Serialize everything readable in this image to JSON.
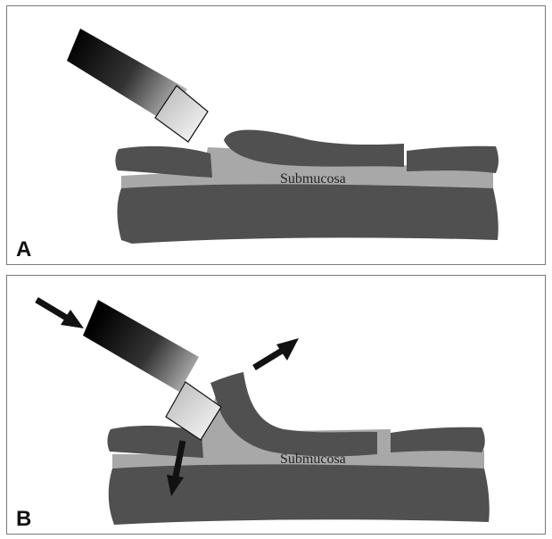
{
  "panels": [
    {
      "letter": "A",
      "tissue_label": "Submucosa"
    },
    {
      "letter": "B",
      "tissue_label": "Submucosa"
    }
  ],
  "colors": {
    "muscle_layer": "#505050",
    "submucosa": "#a8a8a8",
    "instrument_dark": "#111111",
    "instrument_tip": "#dcdcdc",
    "arrow": "#111111",
    "border": "#7a7a7a"
  },
  "icons": [
    "dissection-instrument-icon",
    "direction-arrow-icon"
  ]
}
